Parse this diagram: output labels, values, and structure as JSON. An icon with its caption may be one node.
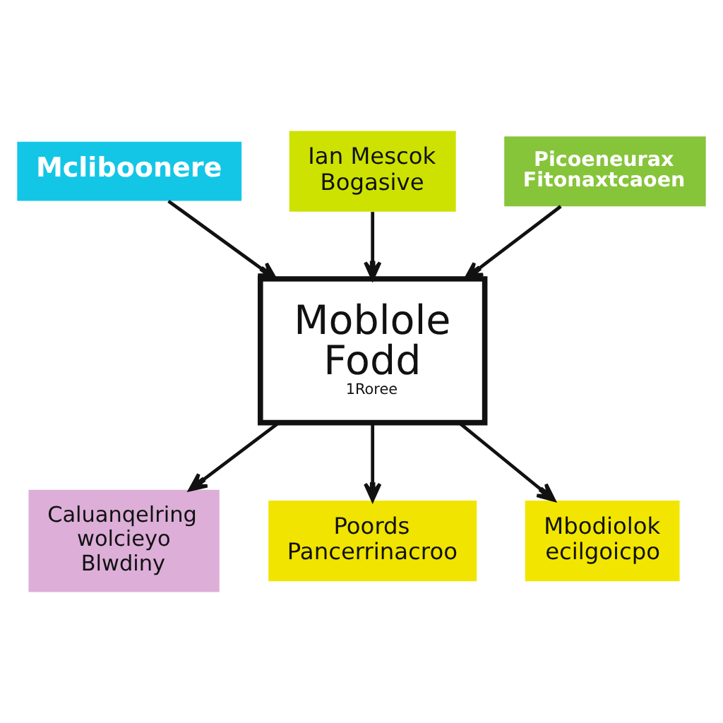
{
  "diagram": {
    "nodes": [
      {
        "text": [
          "Mcliboonere"
        ]
      },
      {
        "text": [
          "Ian Mescok Bogasive"
        ]
      },
      {
        "text": [
          "Picoeneurax Fitonaxtcaoen"
        ]
      },
      {
        "text": [
          "Moblole Fodd",
          "1Roree"
        ]
      },
      {
        "text": [
          "Caluanqelring wolcieyo Blwdiny"
        ]
      },
      {
        "text": [
          "Poords Pancerrinacroo"
        ]
      },
      {
        "text": [
          "Mbodiolok ecilgoicpo"
        ]
      }
    ],
    "edges": [
      {
        "from": 0,
        "to": 3,
        "arrow": "to"
      },
      {
        "from": 1,
        "to": 3,
        "arrow": "to"
      },
      {
        "from": 2,
        "to": 3,
        "arrow": "to"
      },
      {
        "from": 3,
        "to": 4,
        "arrow": "to"
      },
      {
        "from": 3,
        "to": 5,
        "arrow": "to"
      },
      {
        "from": 3,
        "to": 6,
        "arrow": "to"
      }
    ]
  }
}
